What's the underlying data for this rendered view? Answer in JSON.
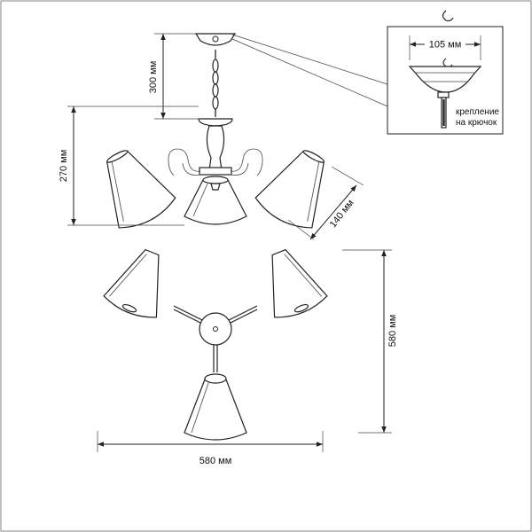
{
  "dimensions": {
    "width_inset": "105 мм",
    "suspension_height": "300 мм",
    "body_height": "270 мм",
    "shade_size": "140 мм",
    "plan_height": "580 мм",
    "plan_width": "580 мм"
  },
  "inset": {
    "caption_line1": "крепление",
    "caption_line2": "на крючок"
  }
}
